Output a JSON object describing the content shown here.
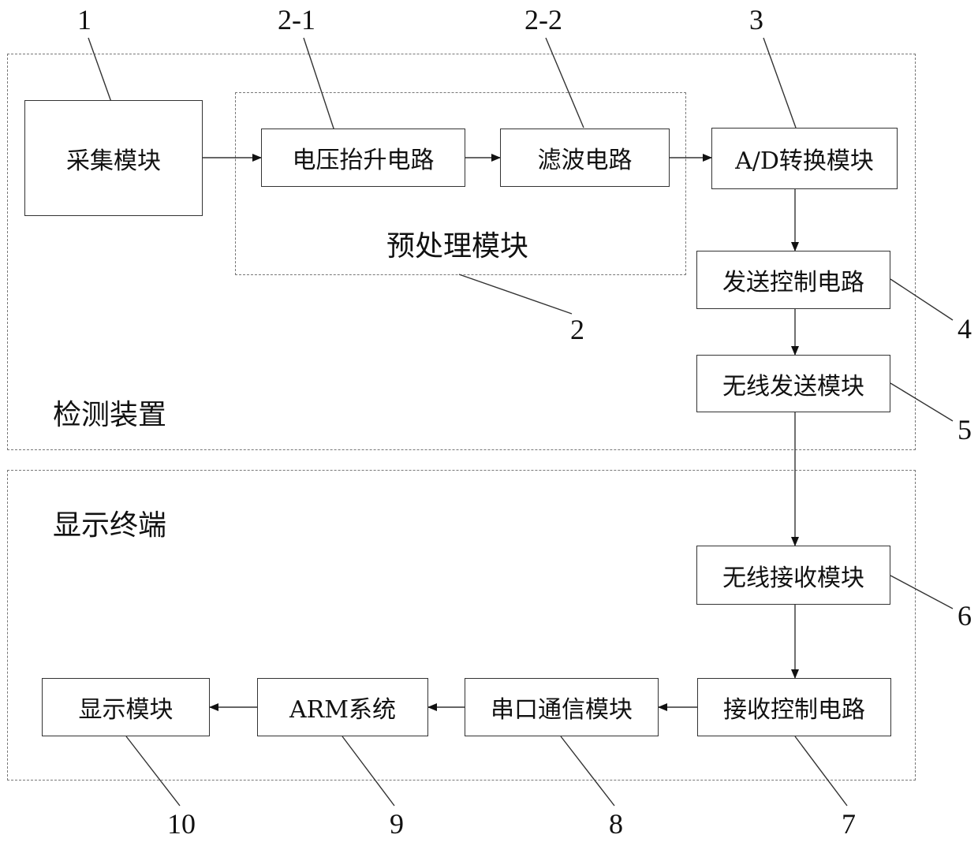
{
  "groups": {
    "detection": "检测装置",
    "display": "显示终端",
    "preprocess": "预处理模块"
  },
  "blocks": {
    "collect": "采集模块",
    "boost": "电压抬升电路",
    "filter": "滤波电路",
    "adc": "A/D转换模块",
    "send_ctrl": "发送控制电路",
    "wl_send": "无线发送模块",
    "wl_recv": "无线接收模块",
    "recv_ctrl": "接收控制电路",
    "serial": "串口通信模块",
    "arm": "ARM系统",
    "display": "显示模块"
  },
  "callouts": {
    "n1": "1",
    "n2_1": "2-1",
    "n2_2": "2-2",
    "n3": "3",
    "n2": "2",
    "n4": "4",
    "n5": "5",
    "n6": "6",
    "n7": "7",
    "n8": "8",
    "n9": "9",
    "n10": "10"
  }
}
